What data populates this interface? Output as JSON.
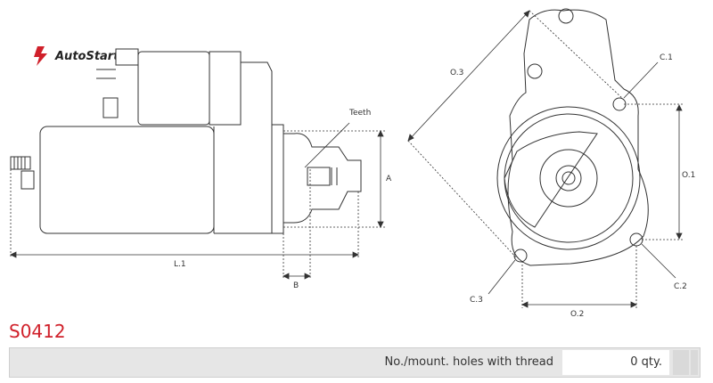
{
  "brand": {
    "logo_text": "AutoStart"
  },
  "diagram": {
    "labels": {
      "teeth": "Teeth",
      "a": "A",
      "b": "B",
      "l1": "L.1",
      "o1": "O.1",
      "o2": "O.2",
      "o3": "O.3",
      "c1": "C.1",
      "c2": "C.2",
      "c3": "C.3"
    }
  },
  "part": {
    "code": "S0412"
  },
  "spec": {
    "label": "No./mount. holes with thread",
    "value": "0 qty."
  },
  "colors": {
    "accent": "#d0202a",
    "line": "#333333",
    "row_bg": "#e6e6e6"
  }
}
